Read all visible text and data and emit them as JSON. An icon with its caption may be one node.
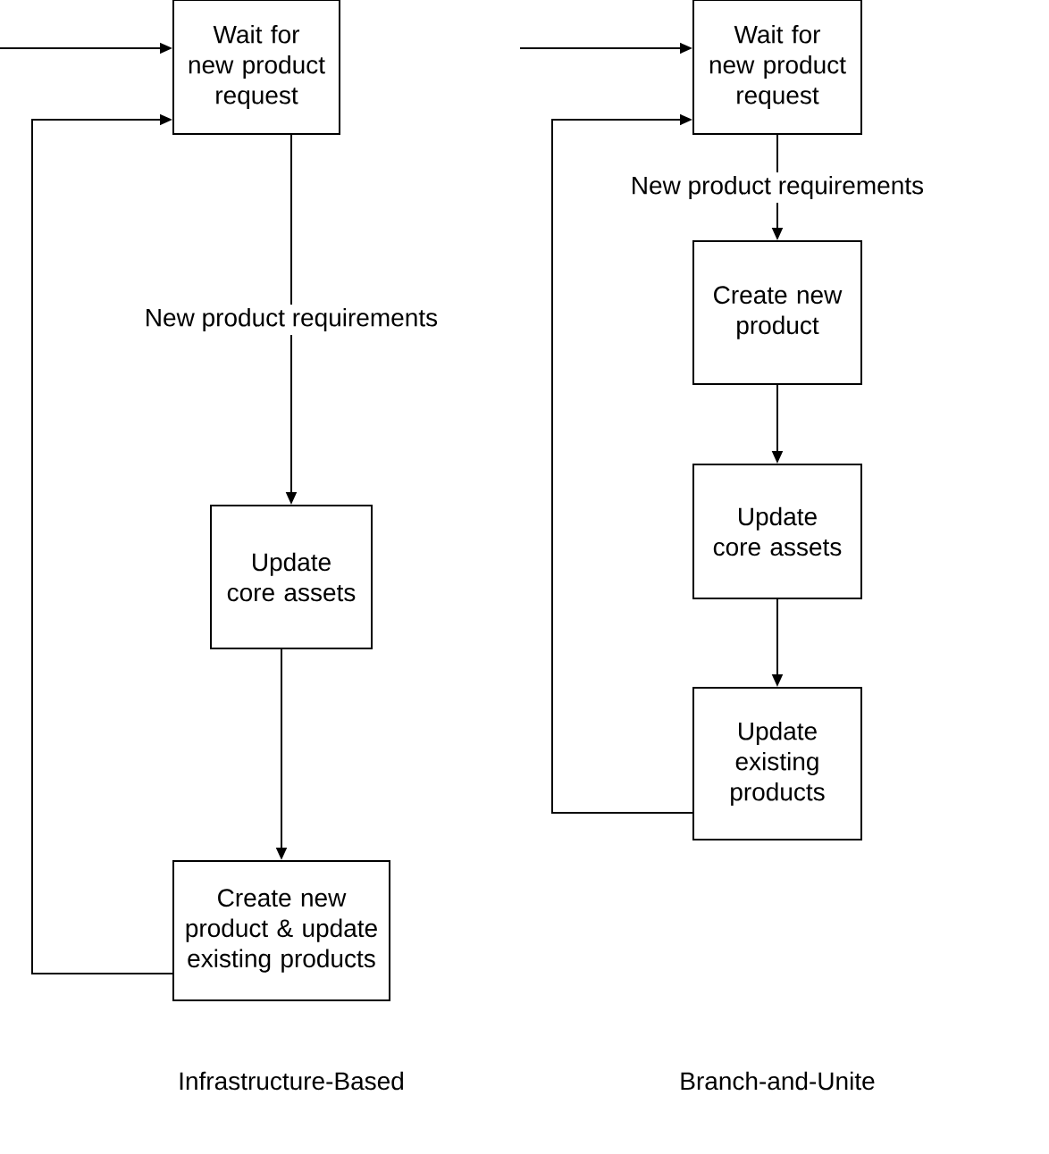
{
  "diagram": {
    "nodes": [
      {
        "text": [
          "Wait for new product request"
        ]
      },
      {
        "text": [
          "Update core assets"
        ]
      },
      {
        "text": [
          "Create new product & update existing products"
        ]
      },
      {
        "text": [
          "Wait for new product request"
        ]
      },
      {
        "text": [
          "Create new product"
        ]
      },
      {
        "text": [
          "Update core assets"
        ]
      },
      {
        "text": [
          "Update existing products"
        ]
      }
    ],
    "edges": [
      {
        "from": null,
        "to": 0,
        "arrow": "to"
      },
      {
        "from": 0,
        "to": 1,
        "arrow": "to",
        "label": "New product requirements"
      },
      {
        "from": 1,
        "to": 2,
        "arrow": "to"
      },
      {
        "from": 2,
        "to": 0,
        "arrow": "to"
      },
      {
        "from": null,
        "to": 3,
        "arrow": "to"
      },
      {
        "from": 3,
        "to": 4,
        "arrow": "to",
        "label": "New product requirements"
      },
      {
        "from": 4,
        "to": 5,
        "arrow": "to"
      },
      {
        "from": 5,
        "to": 6,
        "arrow": "to"
      },
      {
        "from": 6,
        "to": 3,
        "arrow": "to"
      }
    ],
    "labels": [
      "Infrastructure-Based",
      "Branch-and-Unite"
    ]
  }
}
